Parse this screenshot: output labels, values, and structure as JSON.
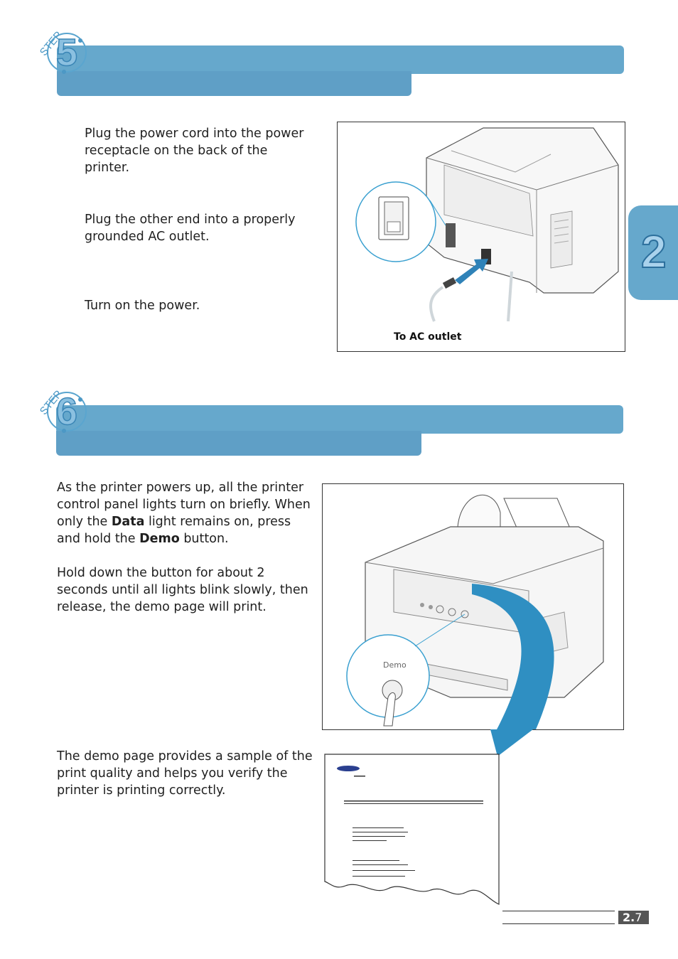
{
  "chapter": {
    "number": "2"
  },
  "step5": {
    "step_word": "STEP",
    "number": "5",
    "paragraphs": [
      "Plug the power cord into the power receptacle on the back of the printer.",
      "Plug the other end into a properly grounded AC outlet.",
      "Turn on the power."
    ],
    "figure_caption": "To AC outlet"
  },
  "step6": {
    "step_word": "STEP",
    "number": "6",
    "p1": {
      "a": "As the printer powers up, all the printer control panel lights turn on briefly. When only the ",
      "b": "Data",
      "c": " light remains on, press and hold the ",
      "d": "Demo",
      "e": " button."
    },
    "p2": "Hold down the button for about 2 seconds until all lights blink slowly, then release, the demo page will print.",
    "p3": "The demo page provides a sample of the print quality and helps you verify the printer is printing correctly.",
    "demo_button_label": "Demo"
  },
  "footer": {
    "chapter": "2.",
    "page": "7"
  },
  "colors": {
    "banner": "#66a8cc",
    "accent": "#3a8fc2"
  }
}
